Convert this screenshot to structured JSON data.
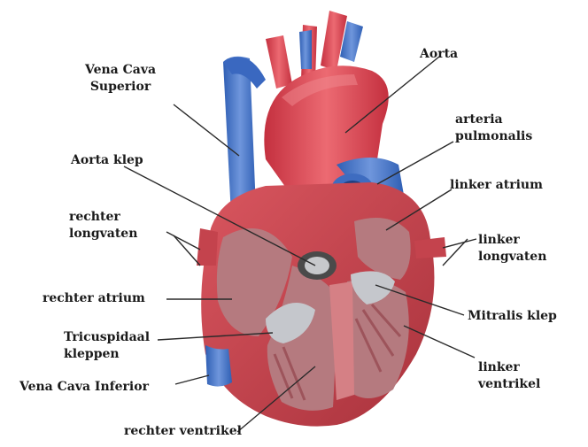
{
  "labels": {
    "vena_cava_superior": [
      "Vena Cava",
      "Superior"
    ],
    "aorta": "Aorta",
    "arteria_pulmonalis": [
      "arteria",
      "pulmonalis"
    ],
    "aorta_klep": "Aorta klep",
    "linker_atrium": "linker atrium",
    "rechter_longvaten": [
      "rechter",
      "longvaten"
    ],
    "linker_longvaten": [
      "linker",
      "longvaten"
    ],
    "rechter_atrium": "rechter atrium",
    "mitralis_klep": "Mitralis klep",
    "tricuspidaal_kleppen": [
      "Tricuspidaal",
      "kleppen"
    ],
    "linker_ventrikel": [
      "linker",
      "ventrikel"
    ],
    "vena_cava_inferior": "Vena Cava Inferior",
    "rechter_ventrikel": "rechter ventrikel"
  },
  "colors": {
    "vein_blue": "#3f6fc4",
    "artery_red": "#d2374a",
    "heart_wall": "#c8454e",
    "chamber_interior": "#b87f82",
    "valve_gray": "#b9bcc2",
    "leader_line": "#2a2a2a"
  }
}
